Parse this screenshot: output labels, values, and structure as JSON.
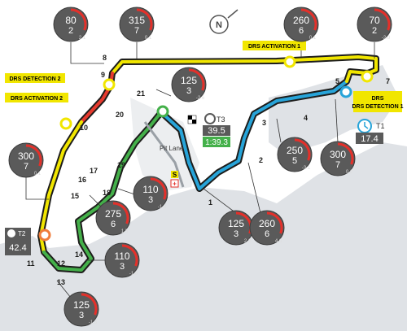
{
  "labels": {
    "drs_detection_1": "DRS DETECTION 1",
    "drs_detection_2": "DRS DETECTION 2",
    "drs_activation_1": "DRS ACTIVATION 1",
    "drs_activation_2": "DRS ACTIVATION 2",
    "pit_lane": "Pit Lane",
    "north": "N"
  },
  "turns": [
    {
      "id": "t1",
      "num": "1"
    },
    {
      "id": "t2",
      "num": "2"
    },
    {
      "id": "t3",
      "num": "3"
    },
    {
      "id": "t4",
      "num": "4"
    },
    {
      "id": "t5",
      "num": "5"
    },
    {
      "id": "t7",
      "num": "7"
    },
    {
      "id": "t8",
      "num": "8"
    },
    {
      "id": "t9",
      "num": "9"
    },
    {
      "id": "t10",
      "num": "10"
    },
    {
      "id": "t11",
      "num": "11"
    },
    {
      "id": "t12",
      "num": "12"
    },
    {
      "id": "t13",
      "num": "13"
    },
    {
      "id": "t14",
      "num": "14"
    },
    {
      "id": "t15",
      "num": "15"
    },
    {
      "id": "t16",
      "num": "16"
    },
    {
      "id": "t17",
      "num": "17"
    },
    {
      "id": "t18",
      "num": "18"
    },
    {
      "id": "t19",
      "num": "19"
    },
    {
      "id": "t20",
      "num": "20"
    },
    {
      "id": "t21",
      "num": "21"
    }
  ],
  "speed_gauges": [
    {
      "id": "g-80",
      "speed": "80",
      "gear": "2",
      "gforce": "2.1"
    },
    {
      "id": "g-315",
      "speed": "315",
      "gear": "7",
      "gforce": "0.1"
    },
    {
      "id": "g-260a",
      "speed": "260",
      "gear": "6",
      "gforce": "0.1"
    },
    {
      "id": "g-70",
      "speed": "70",
      "gear": "2",
      "gforce": "-2.0"
    },
    {
      "id": "g-125a",
      "speed": "125",
      "gear": "3",
      "gforce": "-2.6"
    },
    {
      "id": "g-300a",
      "speed": "300",
      "gear": "7",
      "gforce": "0.1"
    },
    {
      "id": "g-250",
      "speed": "250",
      "gear": "5",
      "gforce": "-3.1"
    },
    {
      "id": "g-300b",
      "speed": "300",
      "gear": "7",
      "gforce": "0.2"
    },
    {
      "id": "g-275",
      "speed": "275",
      "gear": "6",
      "gforce": "1.5"
    },
    {
      "id": "g-110a",
      "speed": "110",
      "gear": "3",
      "gforce": "-1.8"
    },
    {
      "id": "g-125b",
      "speed": "125",
      "gear": "3",
      "gforce": "2.2"
    },
    {
      "id": "g-260b",
      "speed": "260",
      "gear": "6",
      "gforce": "4.0"
    },
    {
      "id": "g-110b",
      "speed": "110",
      "gear": "3",
      "gforce": "-1.8"
    },
    {
      "id": "g-125c",
      "speed": "125",
      "gear": "3",
      "gforce": "-1.3"
    }
  ],
  "timing": {
    "t1": {
      "label": "T1",
      "value": "17.4"
    },
    "t2": {
      "label": "T2",
      "value": "42.4"
    },
    "t3": {
      "label": "T3",
      "value": "39.5",
      "lap": "1:39.3"
    }
  },
  "colors": {
    "track_yellow": "#f1e600",
    "track_red": "#e63a2e",
    "track_green": "#44b04a",
    "track_blue": "#27a4d9",
    "track_black": "#1d1d1b",
    "gauge_fill": "#5a5a5a",
    "gauge_red": "#e4302a",
    "sea": "#dfe2e6"
  }
}
